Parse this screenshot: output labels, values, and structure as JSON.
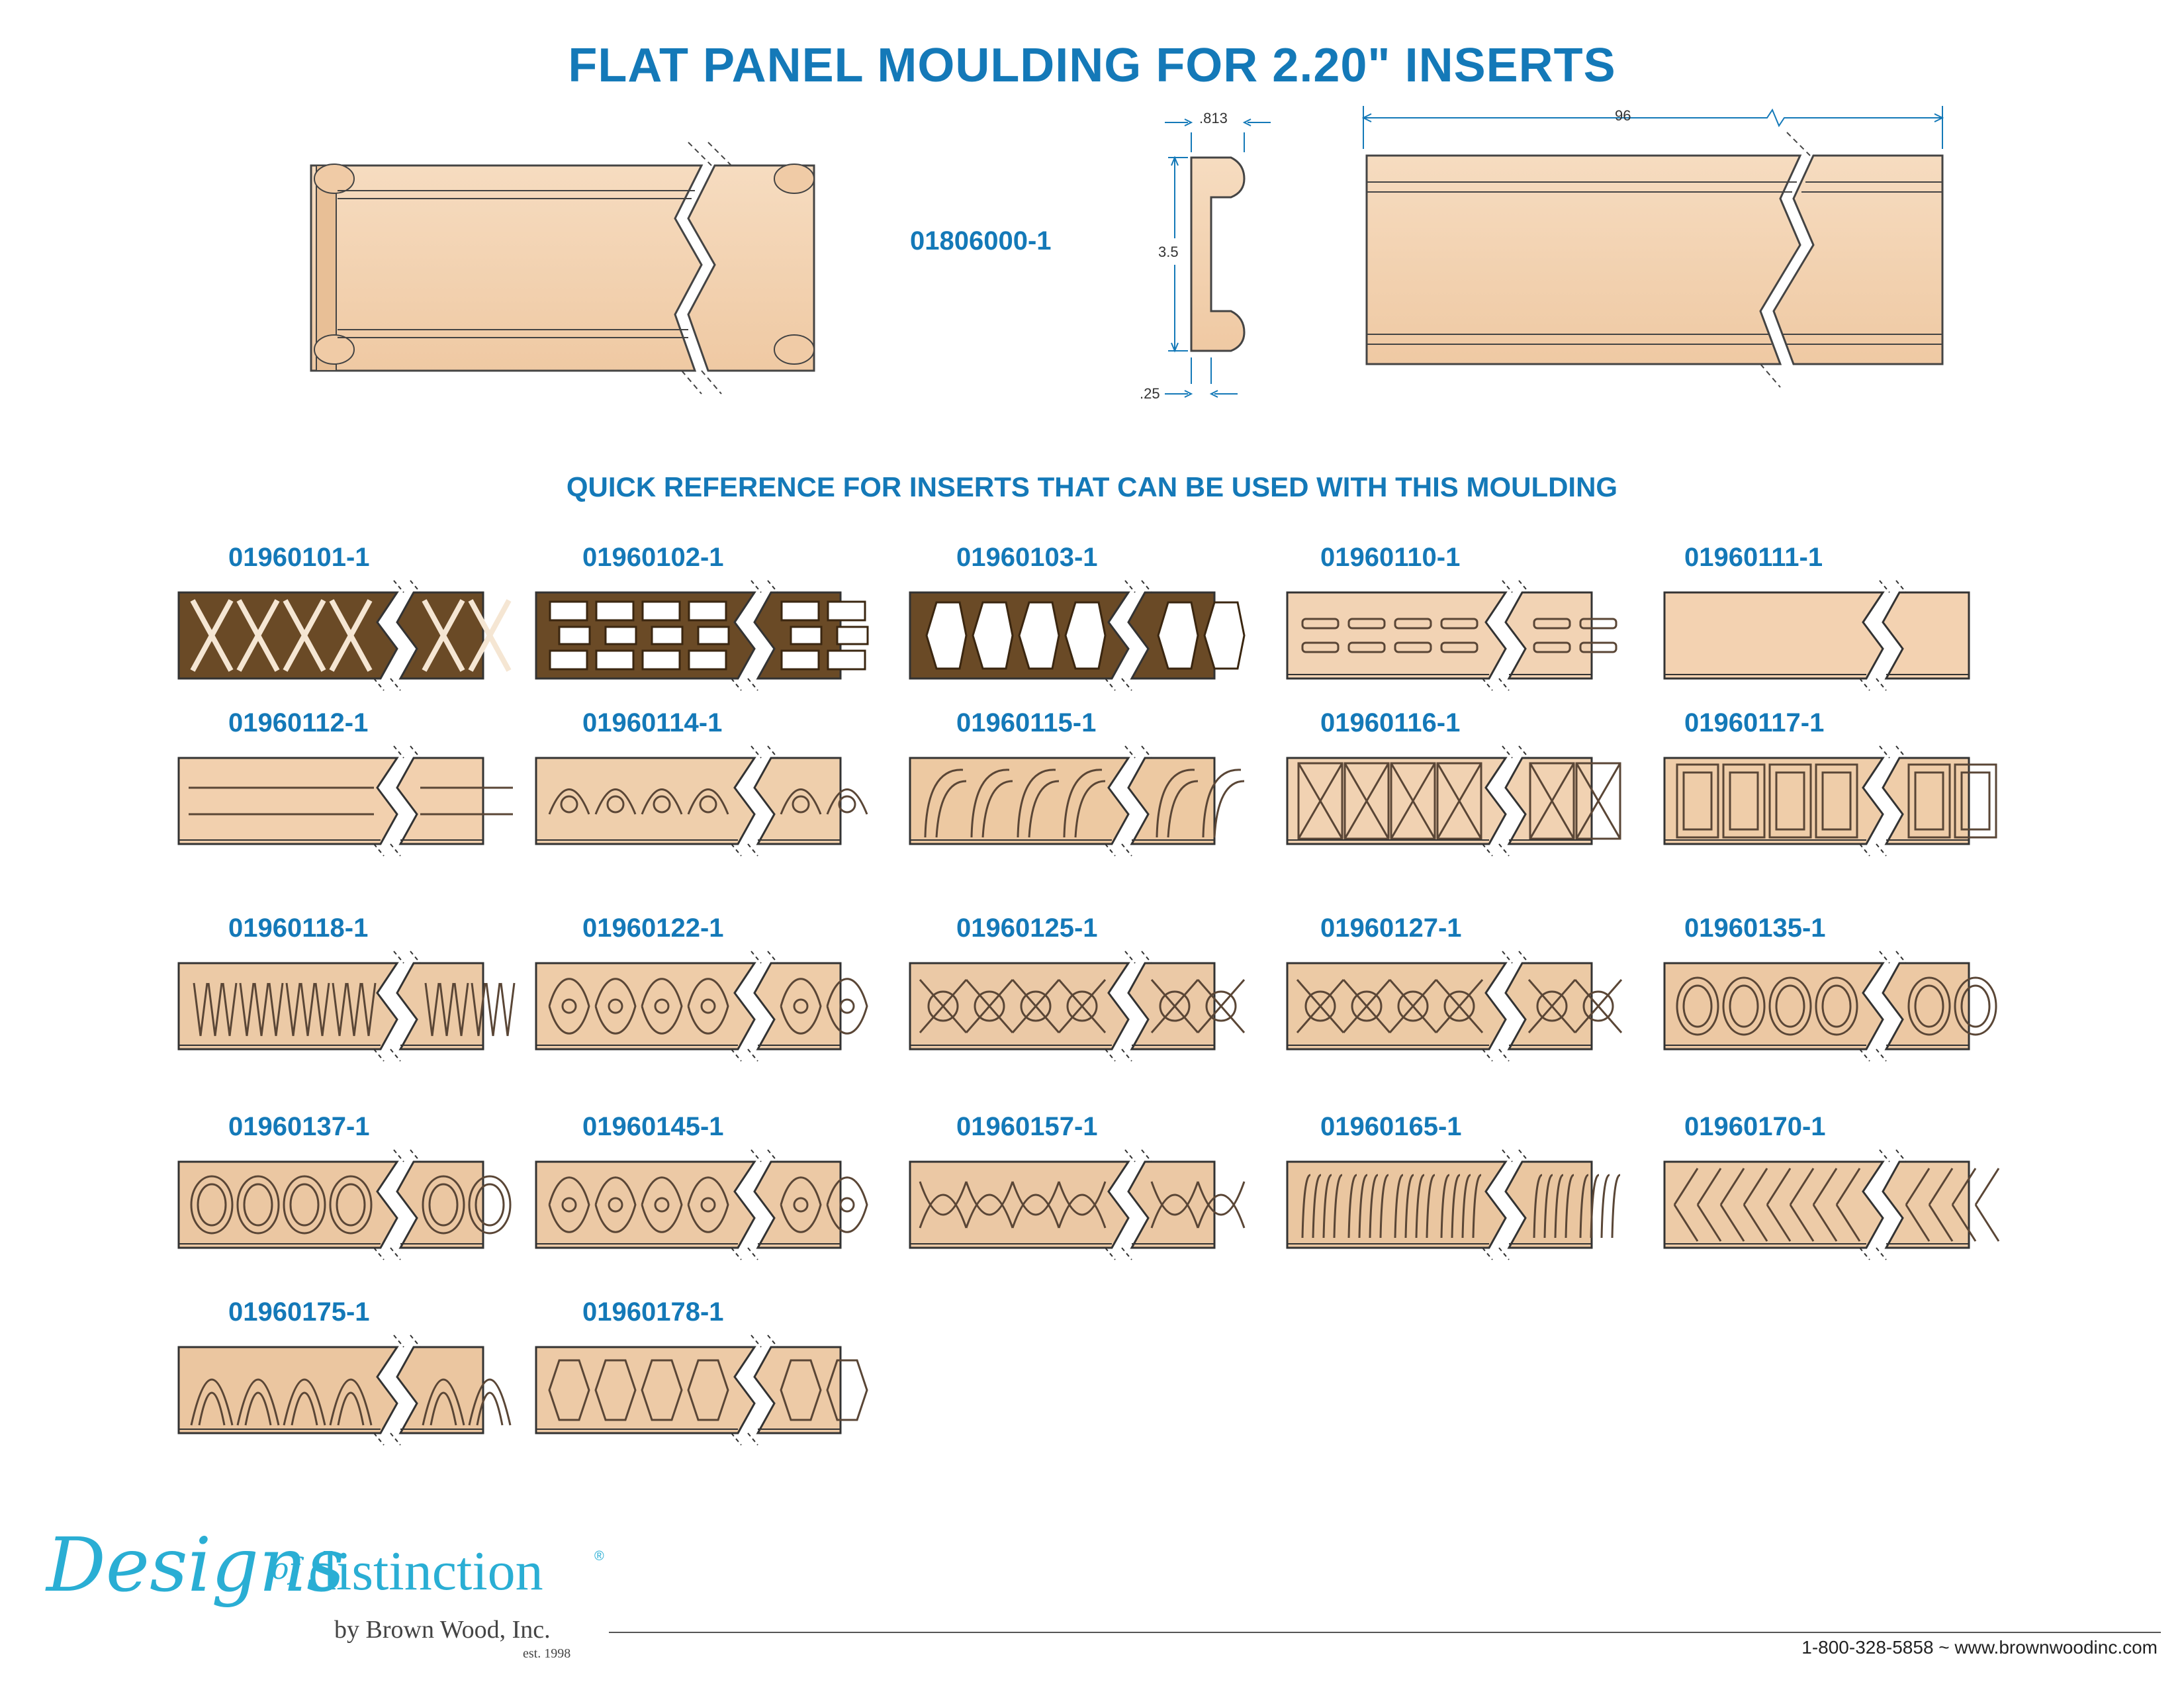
{
  "title": "FLAT PANEL MOULDING FOR 2.20\" INSERTS",
  "main_moulding": {
    "sku": "01806000-1",
    "dims": {
      "top_width": ".813",
      "height": "3.5",
      "bottom_width": ".25",
      "length": "96"
    }
  },
  "subtitle": "QUICK REFERENCE FOR INSERTS THAT CAN BE USED WITH THIS MOULDING",
  "inserts": [
    {
      "sku": "01960101-1",
      "style": "fret-x",
      "color": "#6a4a26"
    },
    {
      "sku": "01960102-1",
      "style": "fret-rect",
      "color": "#6a4a26"
    },
    {
      "sku": "01960103-1",
      "style": "fret-hex",
      "color": "#6a4a26"
    },
    {
      "sku": "01960110-1",
      "style": "grooves",
      "color": "#f2d3b4"
    },
    {
      "sku": "01960111-1",
      "style": "plain",
      "color": "#f3d2b1"
    },
    {
      "sku": "01960112-1",
      "style": "key",
      "color": "#f2d0ae"
    },
    {
      "sku": "01960114-1",
      "style": "scroll",
      "color": "#efcfac"
    },
    {
      "sku": "01960115-1",
      "style": "leaf",
      "color": "#edc9a2"
    },
    {
      "sku": "01960116-1",
      "style": "pyramid",
      "color": "#f1d2b2"
    },
    {
      "sku": "01960117-1",
      "style": "boxes",
      "color": "#efcda9"
    },
    {
      "sku": "01960118-1",
      "style": "flutes",
      "color": "#eccaa6"
    },
    {
      "sku": "01960122-1",
      "style": "acanthus",
      "color": "#eecca8"
    },
    {
      "sku": "01960125-1",
      "style": "weave",
      "color": "#ebc9a6"
    },
    {
      "sku": "01960127-1",
      "style": "knot",
      "color": "#eccaa5"
    },
    {
      "sku": "01960135-1",
      "style": "ovals",
      "color": "#ecc8a3"
    },
    {
      "sku": "01960137-1",
      "style": "chain",
      "color": "#ebc7a2"
    },
    {
      "sku": "01960145-1",
      "style": "acanthus",
      "color": "#ecc9a5"
    },
    {
      "sku": "01960157-1",
      "style": "ribbon",
      "color": "#ebc8a4"
    },
    {
      "sku": "01960165-1",
      "style": "reeds",
      "color": "#eac6a0"
    },
    {
      "sku": "01960170-1",
      "style": "herringbone",
      "color": "#edcba7"
    },
    {
      "sku": "01960175-1",
      "style": "leafy-arch",
      "color": "#ebc6a0"
    },
    {
      "sku": "01960178-1",
      "style": "hex",
      "color": "#edcaa6"
    }
  ],
  "brand": {
    "script": "Designs",
    "of": "of",
    "name": "distinction",
    "reg": "®",
    "by": "by Brown Wood, Inc.",
    "est": "est. 1998"
  },
  "contact": "1-800-328-5858 ~ www.brownwoodinc.com",
  "colors": {
    "accent": "#1479b8",
    "wood": "#f3d2b1",
    "fret": "#6a4a26",
    "logo": "#2aaed4"
  }
}
